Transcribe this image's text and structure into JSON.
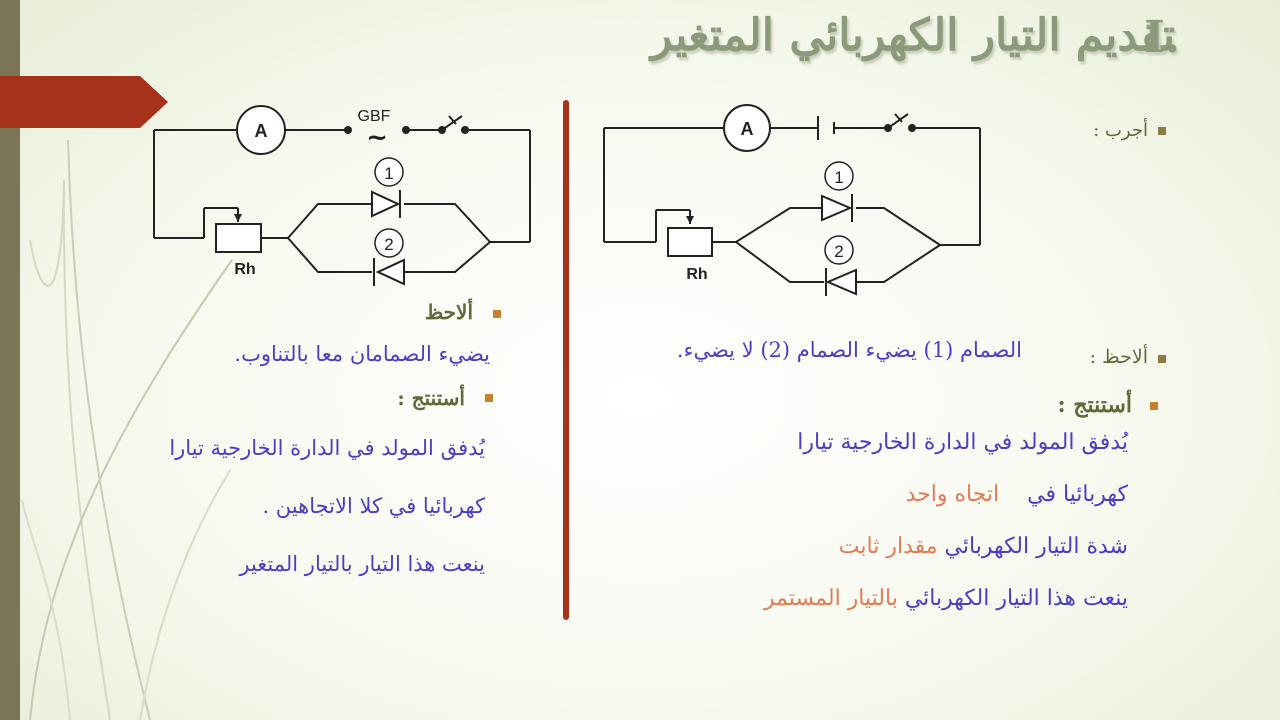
{
  "title": "تقديم التيار الكهربائي المتغير",
  "section_number": "I.",
  "left_circuit": {
    "ammeter_label": "A",
    "generator_label": "GBF",
    "generator_symbol": "~",
    "rheostat_label": "Rh",
    "lamp1_label": "1",
    "lamp2_label": "2"
  },
  "right_circuit": {
    "ammeter_label": "A",
    "rheostat_label": "Rh",
    "lamp1_label": "1",
    "lamp2_label": "2"
  },
  "right_panel": {
    "experiment_heading": "أجرب :",
    "observe_heading": "ألاحظ :",
    "observation": "الصمام (1) يضيء الصمام (2) لا يضيء.",
    "conclude_heading": "أستنتج :",
    "line1": "يُدفق المولد في الدارة الخارجية تيارا",
    "line2_a": "كهربائيا في",
    "line2_b": "اتجاه واحد",
    "line3_a": "شدة التيار الكهربائي",
    "line3_b": "مقدار ثابت",
    "line4_a": "ينعت هذا التيار الكهربائي",
    "line4_b": "بالتيار المستمر"
  },
  "left_panel": {
    "observe_heading": "ألاحظ",
    "observation": "يضيء الصمامان معا بالتناوب.",
    "conclude_heading": "أستنتج :",
    "line1": "يُدفق المولد في الدارة الخارجية تيارا",
    "line2": "كهربائيا في كلا الاتجاهين .",
    "line3": "ينعت هذا التيار بالتيار المتغير"
  }
}
